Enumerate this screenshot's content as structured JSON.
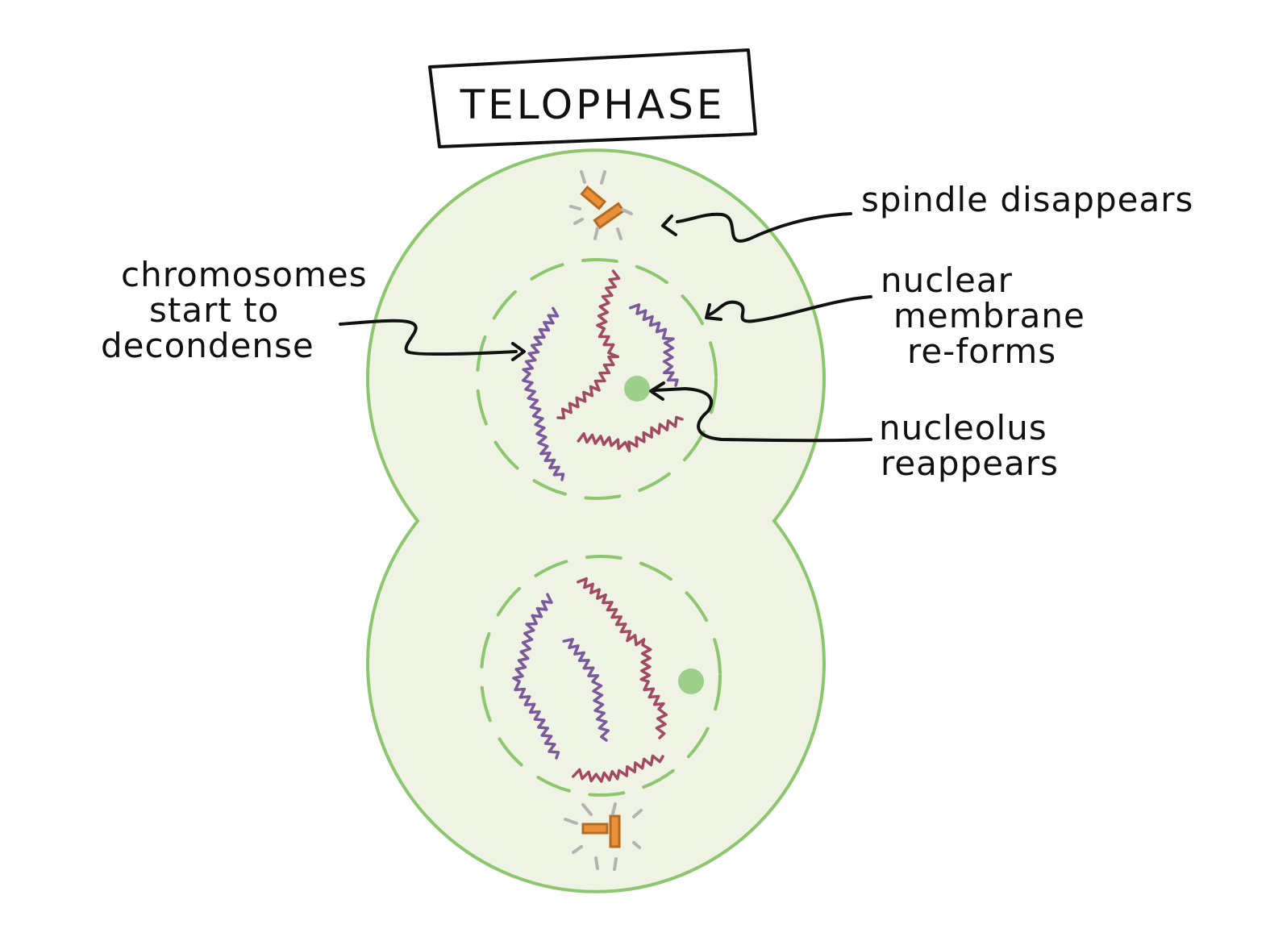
{
  "title": "TELOPHASE",
  "labels": {
    "spindle": [
      "spindle disappears"
    ],
    "nuclear_membrane": [
      "nuclear",
      "membrane",
      "re-forms"
    ],
    "nucleolus": [
      "nucleolus",
      "reappears"
    ],
    "chromosomes": [
      "chromosomes",
      "start to",
      "decondense"
    ]
  },
  "colors": {
    "cell_fill": "#eef3e3",
    "cell_outline": "#8cc66f",
    "nuclear_envelope": "#8cc66f",
    "nucleolus": "#9cd08a",
    "chromosome_purple": "#7a5a9c",
    "chromosome_red": "#a14a62",
    "centrosome_fill": "#e8913a",
    "centrosome_stroke": "#b56a22",
    "spindle_remnants": "#b3b3b3",
    "ink": "#111111"
  }
}
